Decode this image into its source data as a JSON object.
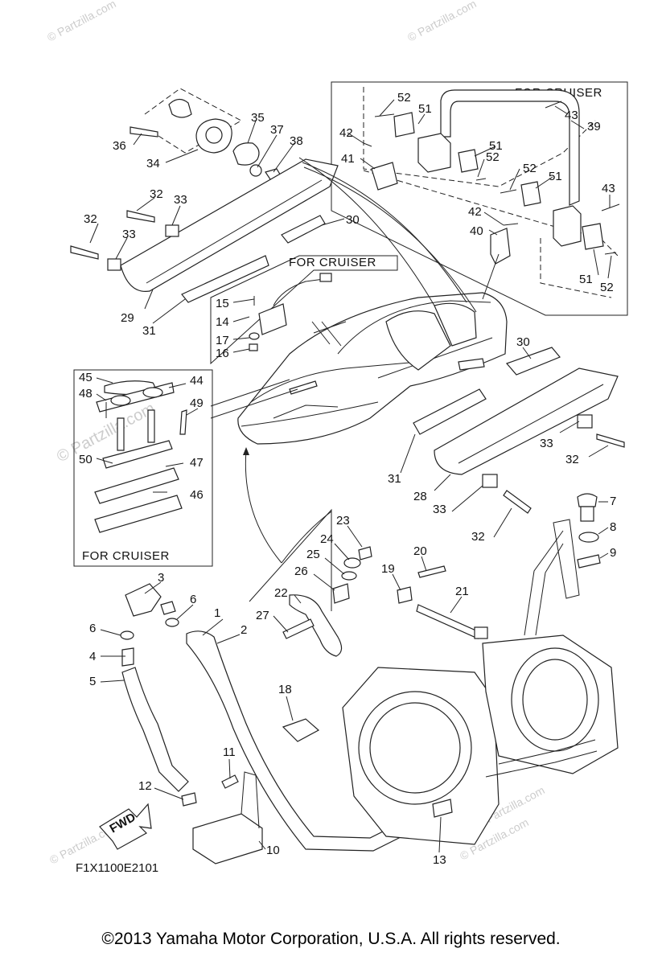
{
  "watermarks": [
    "© Partzilla.com",
    "© Partzilla.com",
    "© Partzilla.com",
    "© Partzilla.com",
    "© Partzilla.com",
    "© Partzilla.com",
    "© Partzilla.com"
  ],
  "box_labels": {
    "top_right": "FOR CRUISER",
    "middle": "FOR CRUISER",
    "left": "FOR CRUISER"
  },
  "fwd": "FWD",
  "drawing_code": "F1X1100E2101",
  "copyright": "©2013  Yamaha Motor Corporation, U.S.A. All rights reserved.",
  "callouts": [
    "1",
    "2",
    "3",
    "4",
    "5",
    "6",
    "6",
    "7",
    "8",
    "9",
    "10",
    "11",
    "12",
    "13",
    "14",
    "15",
    "16",
    "17",
    "18",
    "19",
    "20",
    "21",
    "22",
    "23",
    "24",
    "25",
    "26",
    "27",
    "28",
    "29",
    "30",
    "30",
    "31",
    "31",
    "32",
    "32",
    "32",
    "32",
    "33",
    "33",
    "33",
    "33",
    "34",
    "35",
    "36",
    "37",
    "38",
    "39",
    "40",
    "41",
    "42",
    "42",
    "43",
    "43",
    "44",
    "45",
    "46",
    "47",
    "48",
    "49",
    "50",
    "51",
    "51",
    "51",
    "51",
    "52",
    "52",
    "52",
    "52"
  ]
}
